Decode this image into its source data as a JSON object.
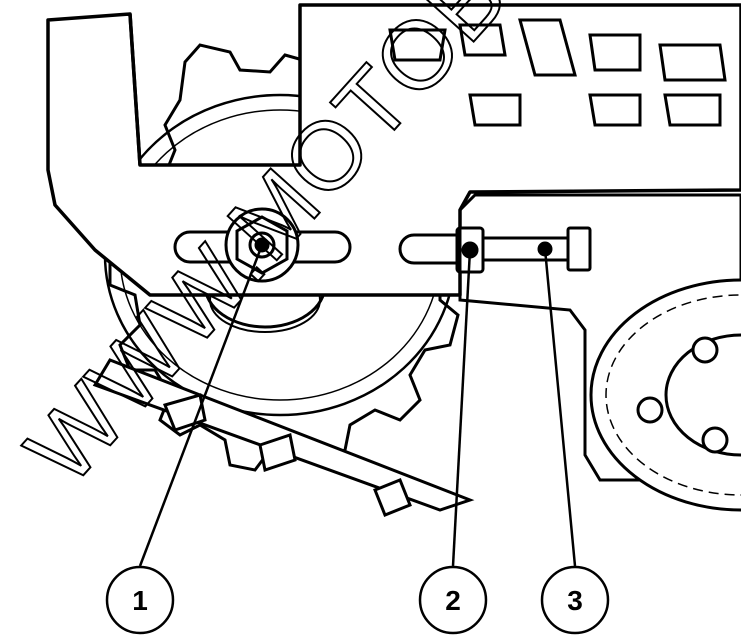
{
  "diagram": {
    "callouts": [
      {
        "label": "1",
        "part": "pivot-bolt-nut"
      },
      {
        "label": "2",
        "part": "adjuster-locknut"
      },
      {
        "label": "3",
        "part": "adjuster-bolt"
      }
    ],
    "watermark": "WWW.MOTOBLOG",
    "colors": {
      "line": "#000000",
      "background": "#ffffff",
      "watermark": "#000000"
    }
  }
}
